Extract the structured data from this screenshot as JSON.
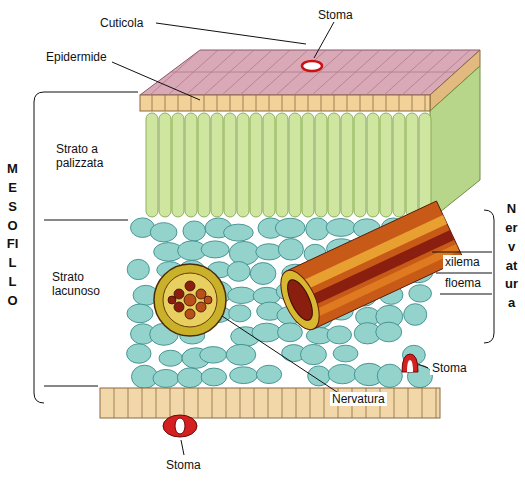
{
  "diagram": {
    "labels": [
      "Cuticola",
      "Stoma",
      "Epidermide",
      "MESOFILLO",
      "Strato a palizzata",
      "Strato lacunoso",
      "Nervatura",
      "xilema",
      "floema",
      "Stoma",
      "Nervatura",
      "Stoma"
    ]
  }
}
